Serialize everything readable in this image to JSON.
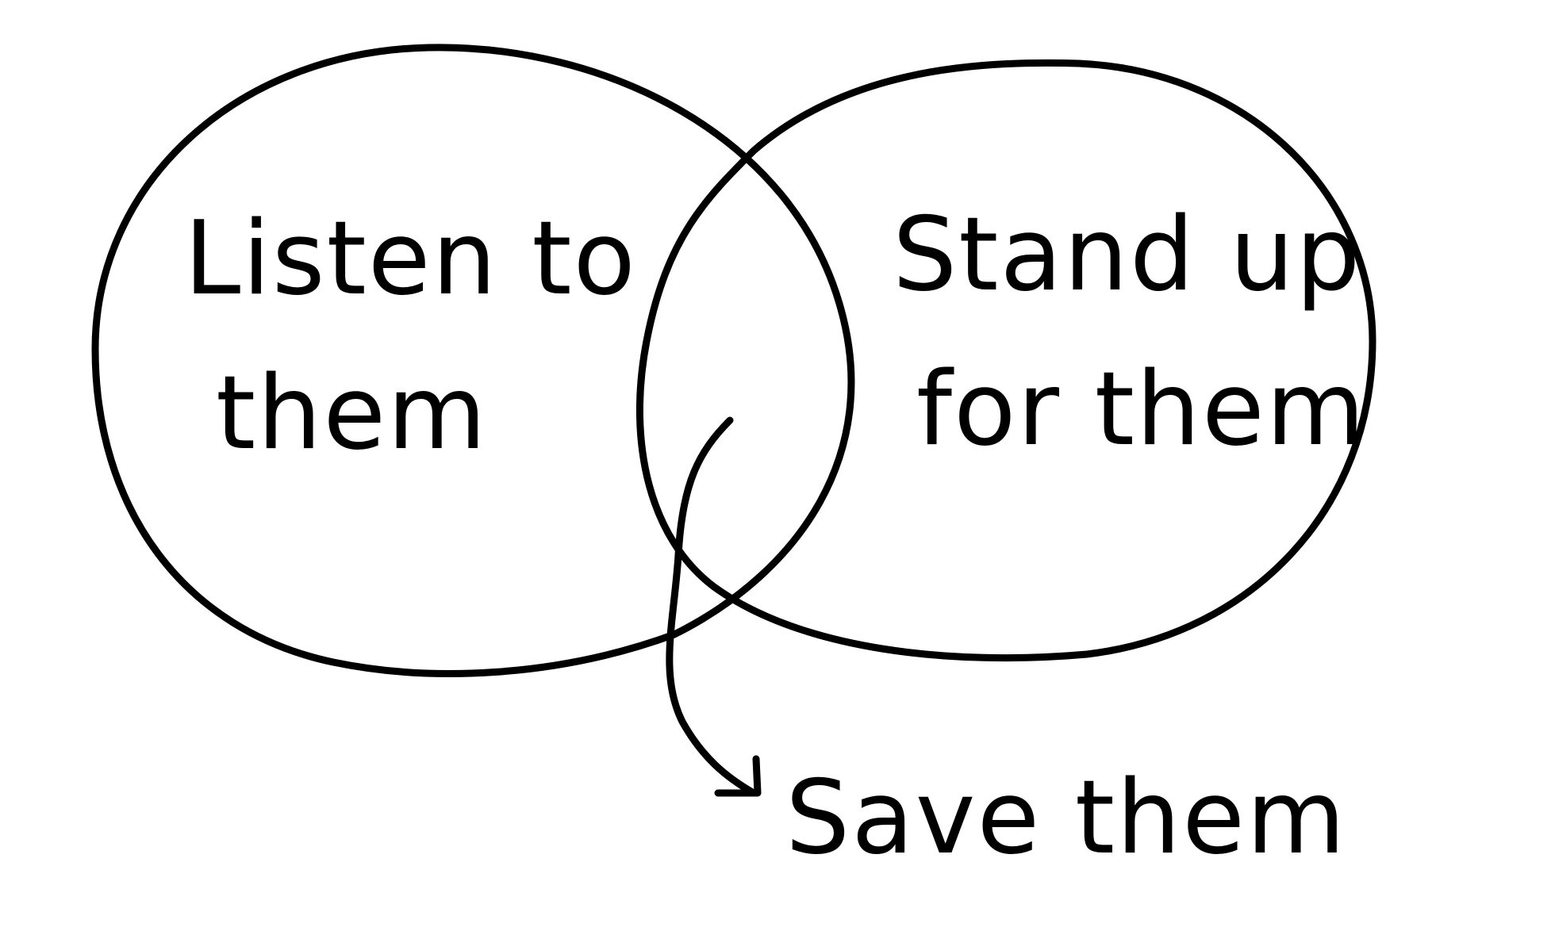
{
  "venn": {
    "left_label": [
      "Listen to",
      "them"
    ],
    "right_label": [
      "Stand up",
      "for them"
    ],
    "intersection_label": "Save them"
  },
  "colors": {
    "ink": "#000000",
    "background": "#ffffff"
  }
}
